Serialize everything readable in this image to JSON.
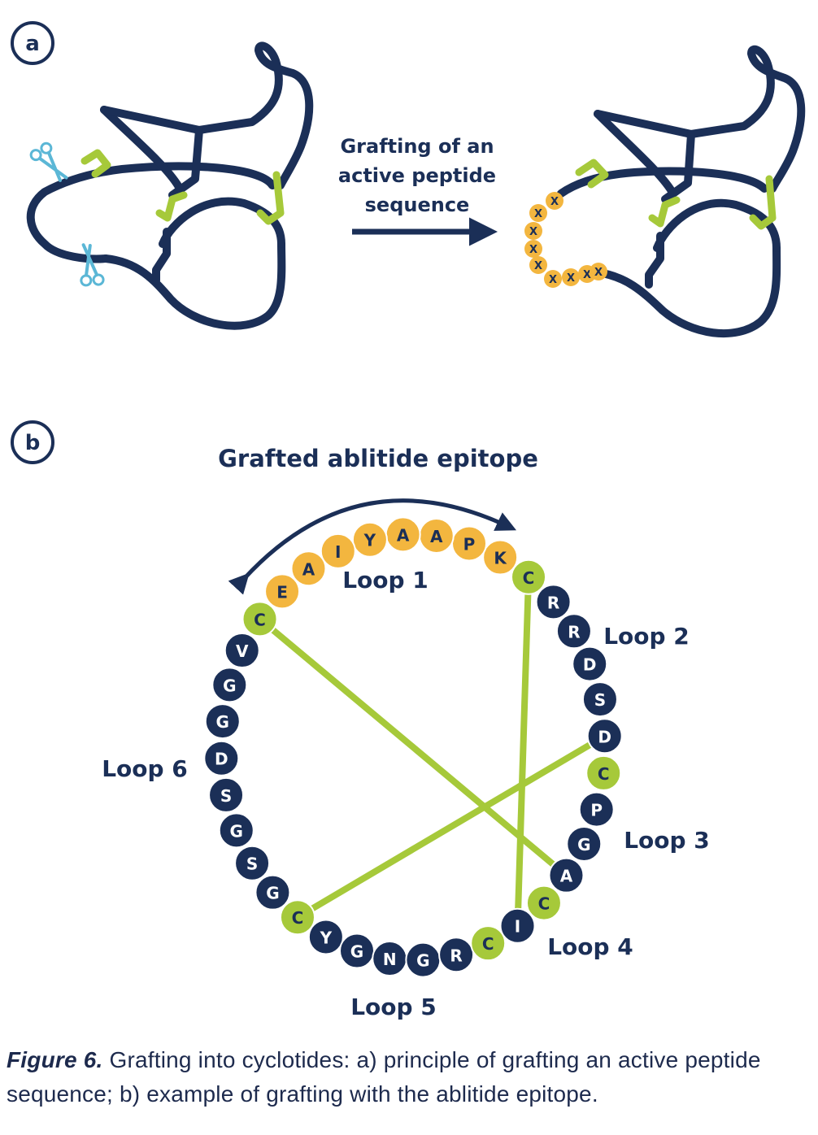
{
  "colors": {
    "navy": "#1b2f57",
    "green": "#a6c93a",
    "orange": "#f3b63f",
    "scissors": "#5bb7d6",
    "text": "#1d2a4d"
  },
  "panel_a": {
    "badge": "a",
    "arrow_text_lines": [
      "Grafting of an",
      "active peptide",
      "sequence"
    ],
    "graft_symbol": "X",
    "graft_count": 9,
    "icons": [
      "scissors-icon",
      "scissors-icon"
    ]
  },
  "panel_b": {
    "badge": "b",
    "epitope_label": "Grafted ablitide epitope",
    "sequence": [
      "K",
      "P",
      "A",
      "A",
      "Y",
      "I",
      "A",
      "E",
      "C",
      "V",
      "G",
      "G",
      "D",
      "S",
      "G",
      "S",
      "G",
      "C",
      "Y",
      "G",
      "N",
      "G",
      "R",
      "C",
      "I",
      "C",
      "A",
      "G",
      "P",
      "C",
      "D",
      "S",
      "D",
      "R",
      "R",
      "C"
    ],
    "residue_kind": [
      "epitope",
      "epitope",
      "epitope",
      "epitope",
      "epitope",
      "epitope",
      "epitope",
      "epitope",
      "cys",
      "loop",
      "loop",
      "loop",
      "loop",
      "loop",
      "loop",
      "loop",
      "loop",
      "cys",
      "loop",
      "loop",
      "loop",
      "loop",
      "loop",
      "cys",
      "loop",
      "cys",
      "loop",
      "loop",
      "loop",
      "cys",
      "loop",
      "loop",
      "loop",
      "loop",
      "loop",
      "cys"
    ],
    "loop_labels": [
      "Loop 1",
      "Loop 2",
      "Loop 3",
      "Loop 4",
      "Loop 5",
      "Loop 6"
    ],
    "disulfide_pairs": [
      [
        8,
        26
      ],
      [
        17,
        30
      ],
      [
        24,
        35
      ]
    ]
  },
  "caption": {
    "lead": "Figure 6.",
    "text": "Grafting into cyclotides: a) principle of grafting an active peptide sequence; b) example of grafting with the ablitide epitope."
  }
}
